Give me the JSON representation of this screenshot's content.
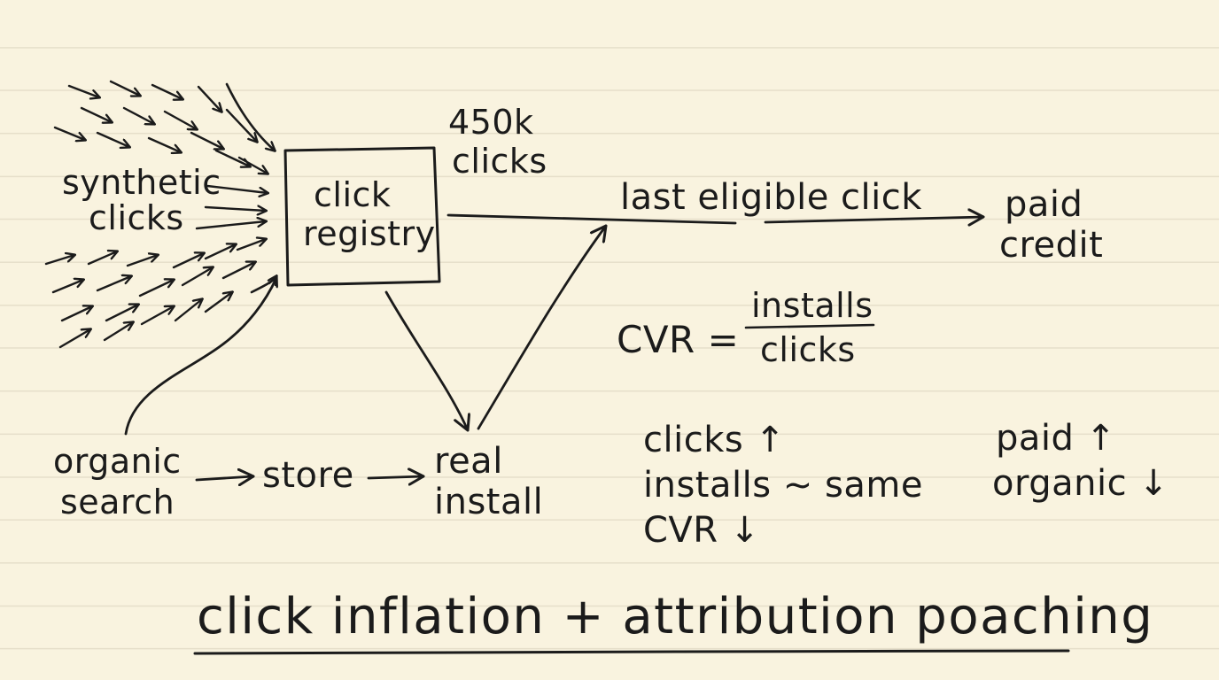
{
  "labels": {
    "synthetic_clicks": [
      "synthetic",
      "clicks"
    ],
    "click_registry": [
      "click",
      "registry"
    ],
    "clicks_450k": [
      "450k",
      "clicks"
    ],
    "last_eligible_click": "last eligible click",
    "paid_credit": [
      "paid",
      "credit"
    ],
    "organic_search": [
      "organic",
      "search"
    ],
    "store": "store",
    "real_install": [
      "real",
      "install"
    ],
    "cvr_formula": {
      "lhs": "CVR =",
      "numerator": "installs",
      "denominator": "clicks"
    },
    "effects_left": [
      "clicks ↑",
      "installs ~ same",
      "CVR ↓"
    ],
    "effects_right": [
      "paid ↑",
      "organic ↓"
    ],
    "title": "click inflation + attribution poaching"
  }
}
